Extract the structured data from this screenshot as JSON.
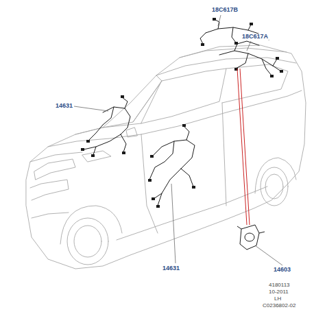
{
  "diagram": {
    "labels": [
      "18C617B",
      "18C617A",
      "14631",
      "14631",
      "14603",
      "4180113",
      "10-2011",
      "LH",
      "C0236802-02"
    ]
  }
}
